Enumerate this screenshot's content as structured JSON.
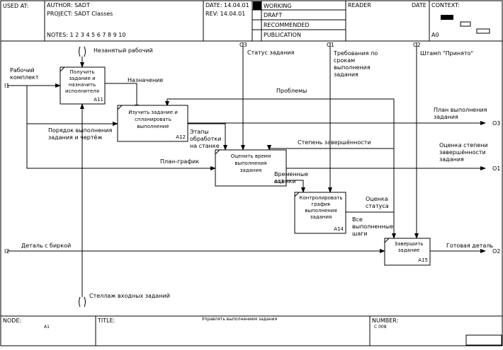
{
  "header": {
    "used_at": "USED AT:",
    "author": "AUTHOR:  SADT",
    "project": "PROJECT:  SADT Classes",
    "notes": "NOTES:  1  2  3  4  5  6  7  8  9  10",
    "date": "DATE:  14.04.01",
    "rev": "REV:    14.04.01",
    "status": [
      "WORKING",
      "DRAFT",
      "RECOMMENDED",
      "PUBLICATION"
    ],
    "reader": "READER",
    "reader_date": "DATE",
    "context": "CONTEXT:",
    "context_node": "A0"
  },
  "footer": {
    "node_label": "NODE:",
    "node_value": "A1",
    "title_label": "TITLE:",
    "title_value": "Управлять выполнением задания",
    "number_label": "NUMBER:",
    "number_value": "С 008"
  },
  "boxes": {
    "a11": {
      "lines": [
        "Получить",
        "задание и",
        "назначить",
        "исполнителя"
      ],
      "id": "A11"
    },
    "a12": {
      "lines": [
        "Изучить задание и",
        "спланировать",
        "выполнение"
      ],
      "id": "A12"
    },
    "a13": {
      "lines": [
        "Оценить время",
        "выполнения",
        "задания"
      ],
      "id": "A13"
    },
    "a14": {
      "lines": [
        "Контролировать",
        "график",
        "выполнения",
        "задания"
      ],
      "id": "A14"
    },
    "a15": {
      "lines": [
        "Завершить",
        "задание"
      ],
      "id": "A15"
    }
  },
  "arrows": {
    "i1_label": [
      "Рабочий",
      "комплект"
    ],
    "i1_code": "I1",
    "i2_label": "Деталь с биркой",
    "i2_code": "I2",
    "worker_free": "Незанятый рабочий",
    "rack": "Стеллаж входных заданий",
    "assignment": "Назначение",
    "order": [
      "Порядок выполнения",
      "задания и чертёж"
    ],
    "problems": "Проблемы",
    "stages": [
      "Этапы",
      "обработки",
      "на станке"
    ],
    "schedule": "План-график",
    "c3_code": "C3",
    "c3_label": "Статус задания",
    "c1_code": "C1",
    "c1_label": [
      "Требования по",
      "срокам",
      "выполнения",
      "задания"
    ],
    "c2_code": "C2",
    "c2_label": "Штамп \"Принято\"",
    "plan": [
      "План выполнения",
      "задания"
    ],
    "o3_code": "O3",
    "degree": "Степень завершённости",
    "estimate_degree": [
      "Оценка степени",
      "завершённости",
      "задания"
    ],
    "o1_code": "O1",
    "time_est": [
      "Временные",
      "оценки"
    ],
    "status_est": [
      "Оценка",
      "статуса"
    ],
    "all_done": [
      "Все",
      "выполненные",
      "шаги"
    ],
    "finished": "Готовая деталь",
    "o2_code": "O2"
  }
}
